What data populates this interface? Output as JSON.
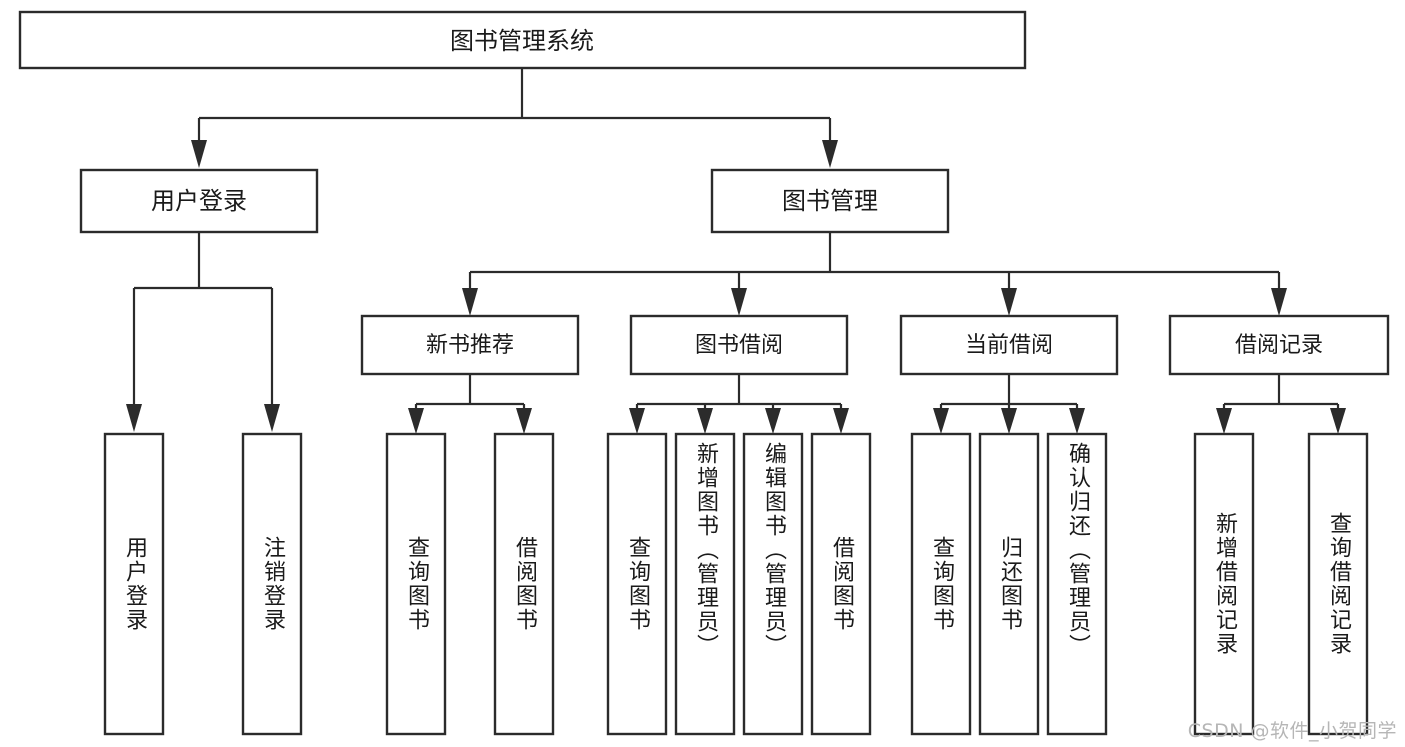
{
  "diagram": {
    "type": "tree-hierarchy-diagram",
    "title": "图书管理系统",
    "background_color": "#ffffff",
    "line_color": "#2b2b2b",
    "text_color": "#1a1a1a",
    "root": {
      "label": "图书管理系统"
    },
    "level2": [
      {
        "label": "用户登录"
      },
      {
        "label": "图书管理"
      }
    ],
    "level3": [
      {
        "label": "新书推荐"
      },
      {
        "label": "图书借阅"
      },
      {
        "label": "当前借阅"
      },
      {
        "label": "借阅记录"
      }
    ],
    "leaves": {
      "user_login": [
        {
          "label": "用户登录"
        },
        {
          "label": "注销登录"
        }
      ],
      "new_book_recommend": [
        {
          "label": "查询图书"
        },
        {
          "label": "借阅图书"
        }
      ],
      "book_borrow": [
        {
          "label": "查询图书"
        },
        {
          "label": "新增图书（管理员）"
        },
        {
          "label": "编辑图书（管理员）"
        },
        {
          "label": "借阅图书"
        }
      ],
      "current_borrow": [
        {
          "label": "查询图书"
        },
        {
          "label": "归还图书"
        },
        {
          "label": "确认归还（管理员）"
        }
      ],
      "borrow_record": [
        {
          "label": "新增借阅记录"
        },
        {
          "label": "查询借阅记录"
        }
      ]
    },
    "watermark": "CSDN @软件_小贺同学"
  }
}
